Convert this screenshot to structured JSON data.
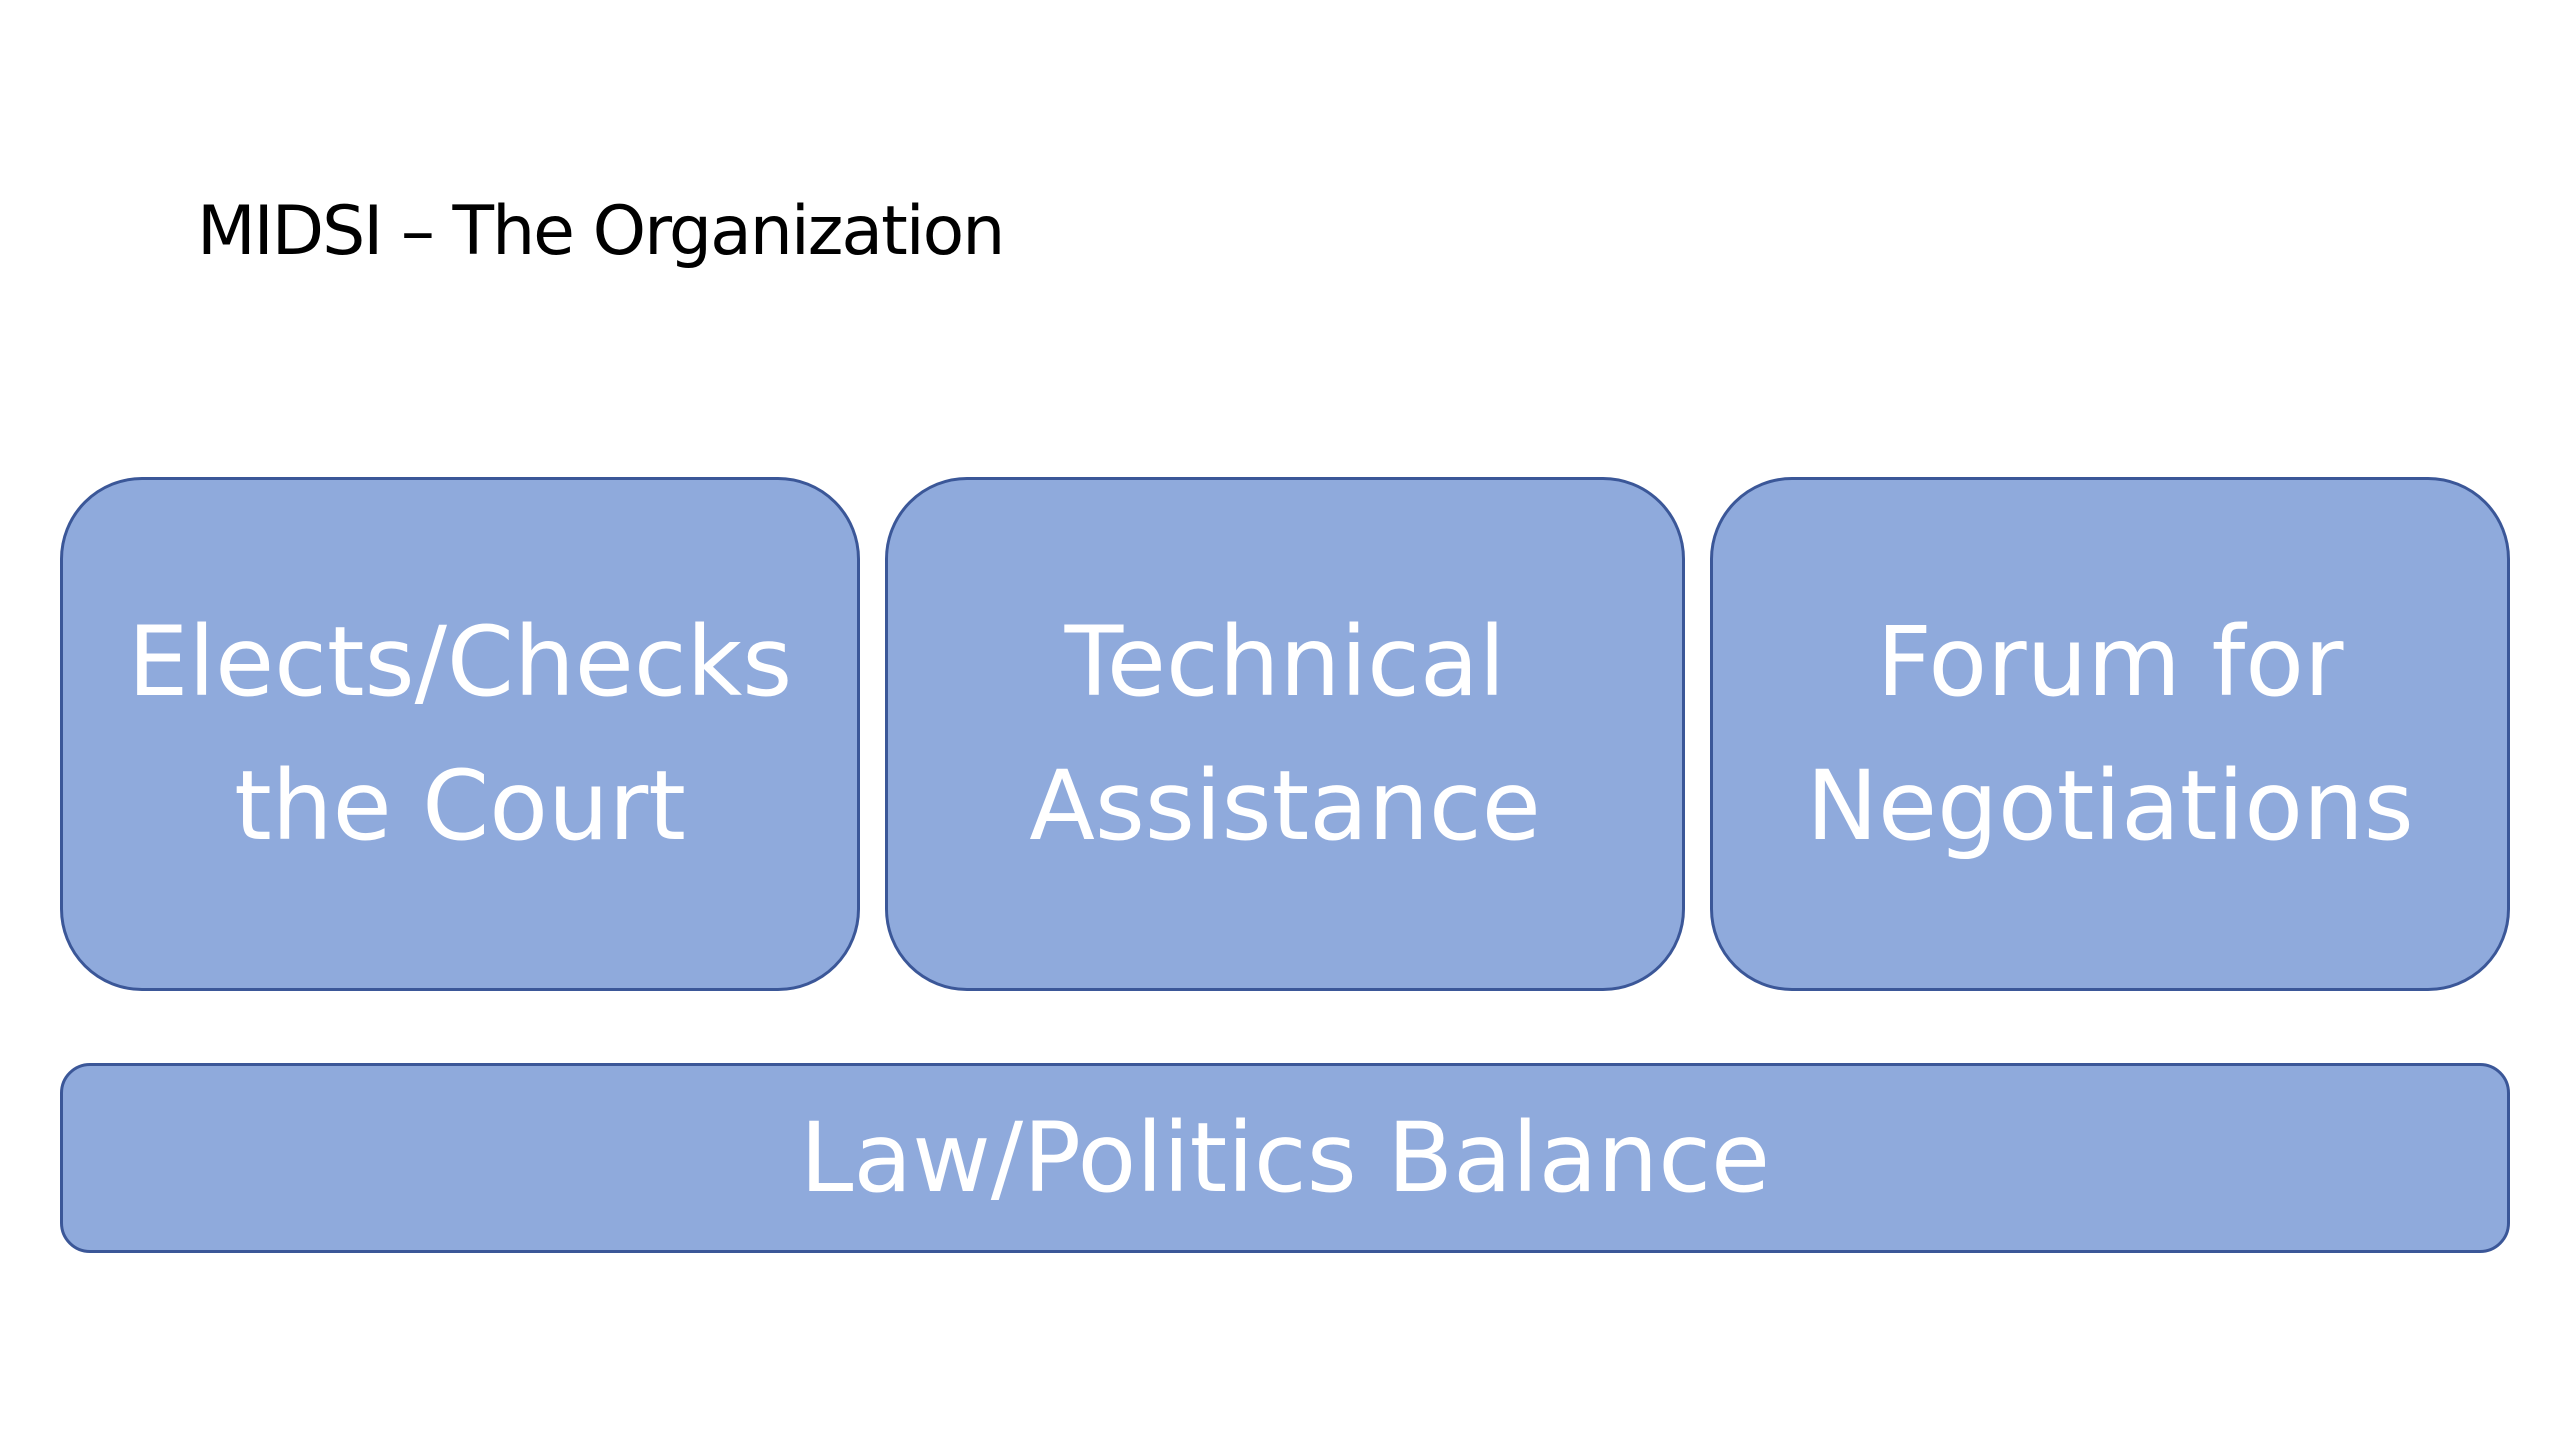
{
  "slide": {
    "title": "MIDSI – The Organization",
    "boxes": [
      {
        "label": "Elects/Checks the Court"
      },
      {
        "label": "Technical Assistance"
      },
      {
        "label": "Forum for Negotiations"
      }
    ],
    "foundation": {
      "label": "Law/Politics Balance"
    }
  },
  "colors": {
    "box_fill": "#8faadc",
    "box_border": "#3b5798",
    "box_text": "#ffffff",
    "title_text": "#000000",
    "background": "#ffffff"
  }
}
